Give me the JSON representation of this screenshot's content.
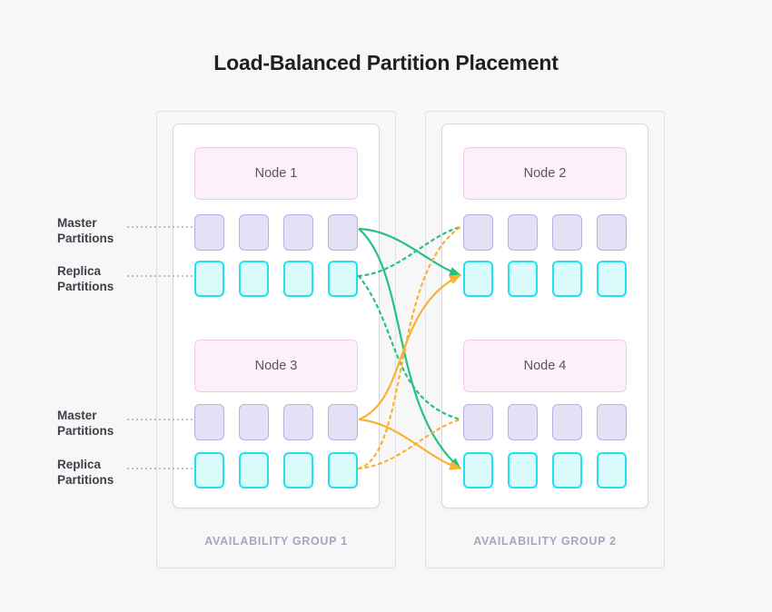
{
  "title": "Load-Balanced Partition Placement",
  "groups": [
    {
      "id": "group-1",
      "label": "AVAILABILITY GROUP 1"
    },
    {
      "id": "group-2",
      "label": "AVAILABILITY GROUP 2"
    }
  ],
  "nodes": [
    {
      "id": "node-1",
      "label": "Node 1",
      "group": 1,
      "master_count": 4,
      "replica_count": 4
    },
    {
      "id": "node-2",
      "label": "Node 2",
      "group": 2,
      "master_count": 4,
      "replica_count": 4
    },
    {
      "id": "node-3",
      "label": "Node 3",
      "group": 1,
      "master_count": 4,
      "replica_count": 4
    },
    {
      "id": "node-4",
      "label": "Node 4",
      "group": 2,
      "master_count": 4,
      "replica_count": 4
    }
  ],
  "annotations": [
    {
      "id": "ann-master-top",
      "line1": "Master",
      "line2": "Partitions"
    },
    {
      "id": "ann-replica-top",
      "line1": "Replica",
      "line2": "Partitions"
    },
    {
      "id": "ann-master-bottom",
      "line1": "Master",
      "line2": "Partitions"
    },
    {
      "id": "ann-replica-bottom",
      "line1": "Replica",
      "line2": "Partitions"
    }
  ],
  "colors": {
    "background": "#f7f7f8",
    "title": "#1f2024",
    "group_border": "#c9c9cf",
    "group_label": "#a7a6bd",
    "card_bg": "#ffffff",
    "card_border": "#d8d8dd",
    "node_fill": "#fcf0fb",
    "node_border": "#f2c9ec",
    "node_text": "#58575e",
    "master_fill": "#e4e0f5",
    "master_border": "#b9aee0",
    "replica_fill": "#d9fbfb",
    "replica_border": "#22e0ee",
    "link_green": "#28c081",
    "link_orange": "#f9b233",
    "leader_line": "#9a9aa5"
  },
  "links": [
    {
      "id": "link-n1-master-to-n2-replica",
      "from": "node-1-master-4",
      "to": "node-2-replica-1",
      "color": "#28c081",
      "style": "solid",
      "arrow": true
    },
    {
      "id": "link-n1-master-to-n4-replica",
      "from": "node-1-master-4",
      "to": "node-4-replica-1",
      "color": "#28c081",
      "style": "solid",
      "arrow": true
    },
    {
      "id": "link-n1-replica-to-n2-master",
      "from": "node-1-replica-4",
      "to": "node-2-master-1",
      "color": "#28c081",
      "style": "dotted",
      "arrow": false
    },
    {
      "id": "link-n1-replica-to-n4-master",
      "from": "node-1-replica-4",
      "to": "node-4-master-1",
      "color": "#28c081",
      "style": "dotted",
      "arrow": false
    },
    {
      "id": "link-n3-master-to-n2-replica",
      "from": "node-3-master-4",
      "to": "node-2-replica-1",
      "color": "#f9b233",
      "style": "solid",
      "arrow": true
    },
    {
      "id": "link-n3-master-to-n4-replica",
      "from": "node-3-master-4",
      "to": "node-4-replica-1",
      "color": "#f9b233",
      "style": "solid",
      "arrow": true
    },
    {
      "id": "link-n3-replica-to-n2-master",
      "from": "node-3-replica-4",
      "to": "node-2-master-1",
      "color": "#f9b233",
      "style": "dotted",
      "arrow": false
    },
    {
      "id": "link-n3-replica-to-n4-master",
      "from": "node-3-replica-4",
      "to": "node-4-master-1",
      "color": "#f9b233",
      "style": "dotted",
      "arrow": false
    }
  ]
}
